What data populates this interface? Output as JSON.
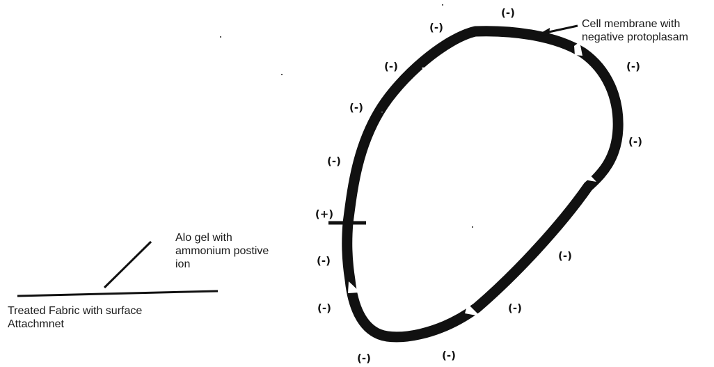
{
  "labels": {
    "membrane": [
      "Cell membrane with",
      "negative protoplasam"
    ],
    "gel": [
      "Alo gel  with",
      "ammonium postive",
      "ion"
    ],
    "fabric": [
      "Treated Fabric with surface",
      "Attachmnet"
    ]
  },
  "charges": [
    {
      "id": "top",
      "text": "(-)"
    },
    {
      "id": "upper-left-1",
      "text": "(-)"
    },
    {
      "id": "upper-left-2",
      "text": "(-)"
    },
    {
      "id": "left-1",
      "text": "(-)"
    },
    {
      "id": "left-2",
      "text": "(-)"
    },
    {
      "id": "positive-site",
      "text": "(+)"
    },
    {
      "id": "lower-left-1",
      "text": "(-)"
    },
    {
      "id": "lower-left-2",
      "text": "(-)"
    },
    {
      "id": "bottom-1",
      "text": "(-)"
    },
    {
      "id": "bottom-2",
      "text": "(-)"
    },
    {
      "id": "lower-right",
      "text": "(-)"
    },
    {
      "id": "right-mid",
      "text": "(-)"
    },
    {
      "id": "right-1",
      "text": "(-)"
    },
    {
      "id": "right-2",
      "text": "(-)"
    }
  ],
  "colors": {
    "ink": "#111111",
    "background": "#ffffff"
  }
}
